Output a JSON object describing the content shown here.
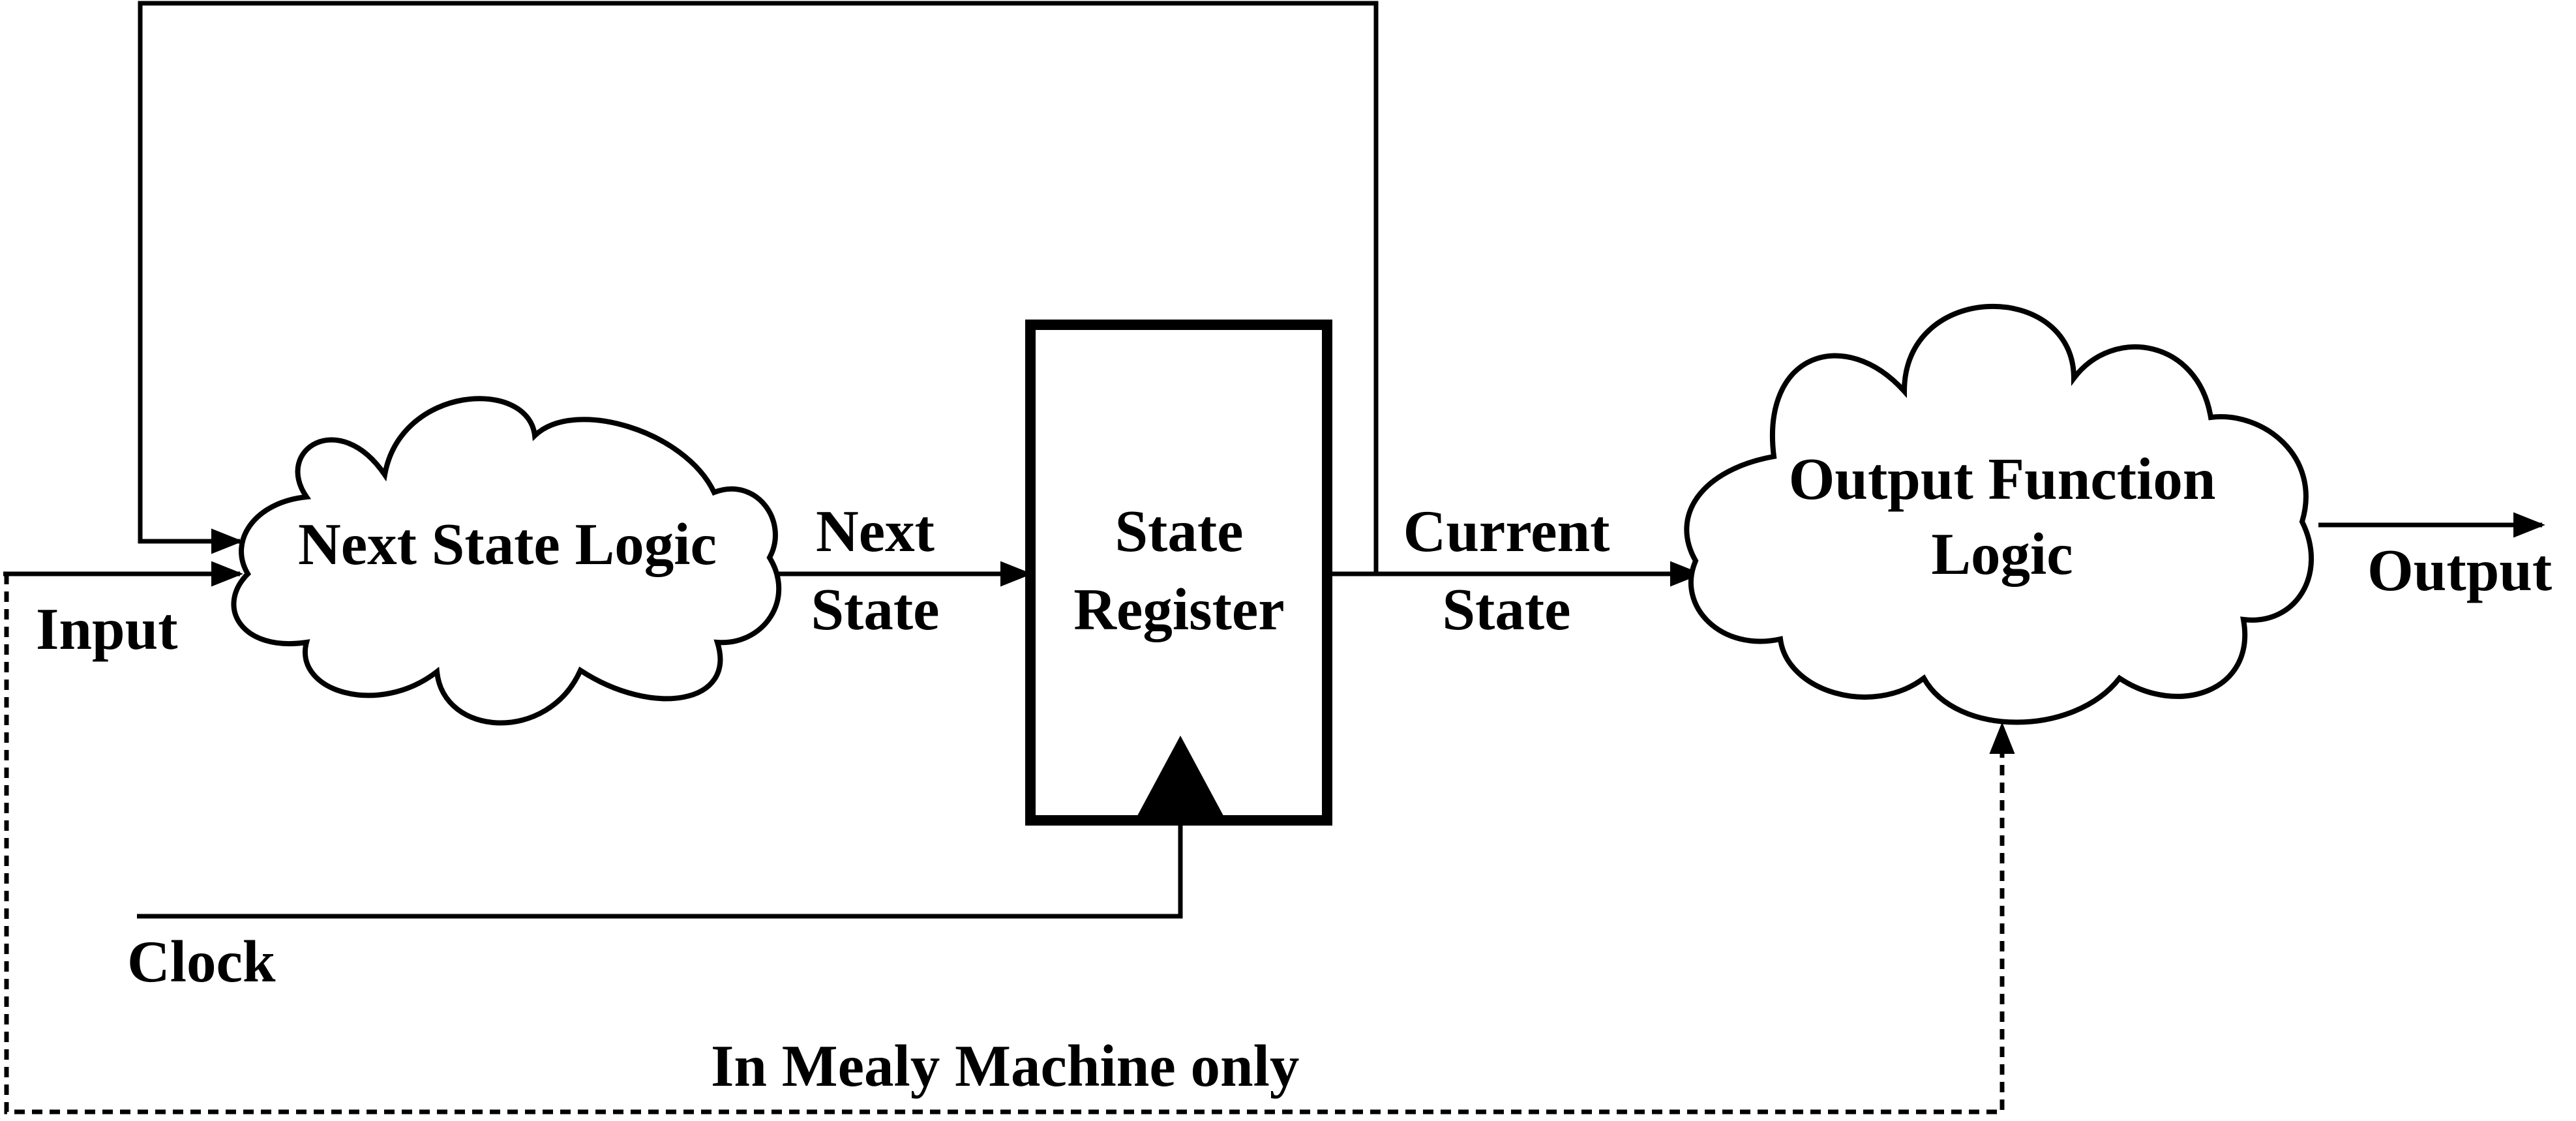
{
  "blocks": {
    "next_state_logic": "Next State Logic",
    "state_register_line1": "State",
    "state_register_line2": "Register",
    "output_logic_line1": "Output Function",
    "output_logic_line2": "Logic"
  },
  "signals": {
    "input": "Input",
    "next_state_line1": "Next",
    "next_state_line2": "State",
    "current_state_line1": "Current",
    "current_state_line2": "State",
    "output": "Output",
    "clock": "Clock",
    "mealy_note": "In Mealy Machine only"
  },
  "colors": {
    "stroke": "#000000",
    "background": "#ffffff"
  }
}
